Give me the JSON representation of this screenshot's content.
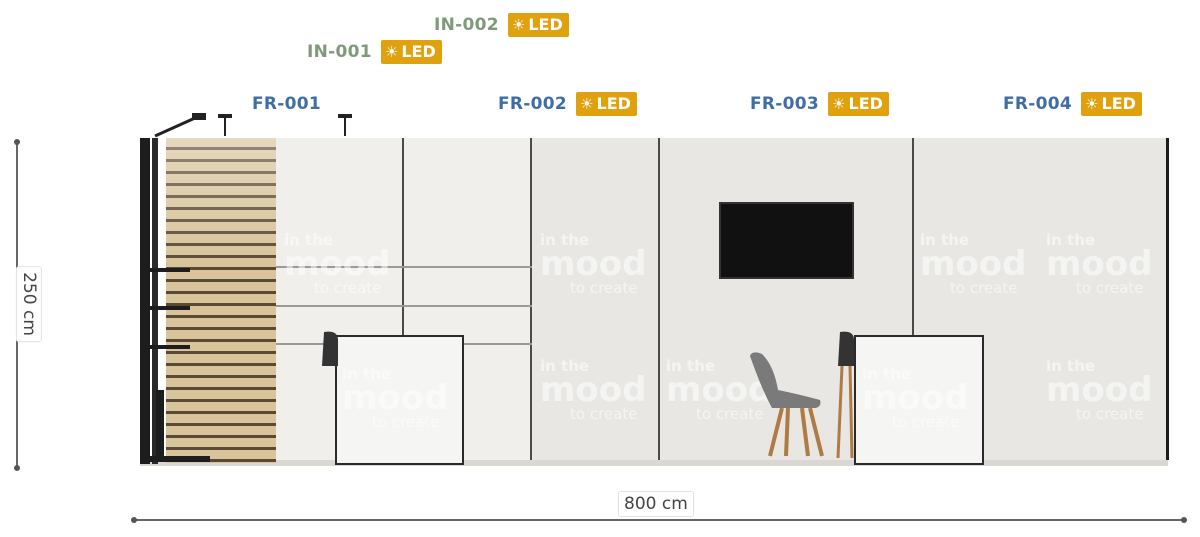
{
  "dimensions": {
    "width_label": "800 cm",
    "height_label": "250 cm"
  },
  "frames": [
    {
      "code": "FR-001",
      "led": false
    },
    {
      "code": "FR-002",
      "led": true,
      "led_label": "LED"
    },
    {
      "code": "FR-003",
      "led": true,
      "led_label": "LED"
    },
    {
      "code": "FR-004",
      "led": true,
      "led_label": "LED"
    }
  ],
  "inserts": [
    {
      "code": "IN-001",
      "led": true,
      "led_label": "LED"
    },
    {
      "code": "IN-002",
      "led": true,
      "led_label": "LED"
    }
  ],
  "graphic": {
    "small": "in the",
    "big": "mood",
    "tag": "to create"
  },
  "colors": {
    "frame_code": "#3f6ea5",
    "insert_code": "#7f9a7a",
    "led_badge": "#e0a10f"
  },
  "icons": {
    "led": "sun-icon"
  }
}
